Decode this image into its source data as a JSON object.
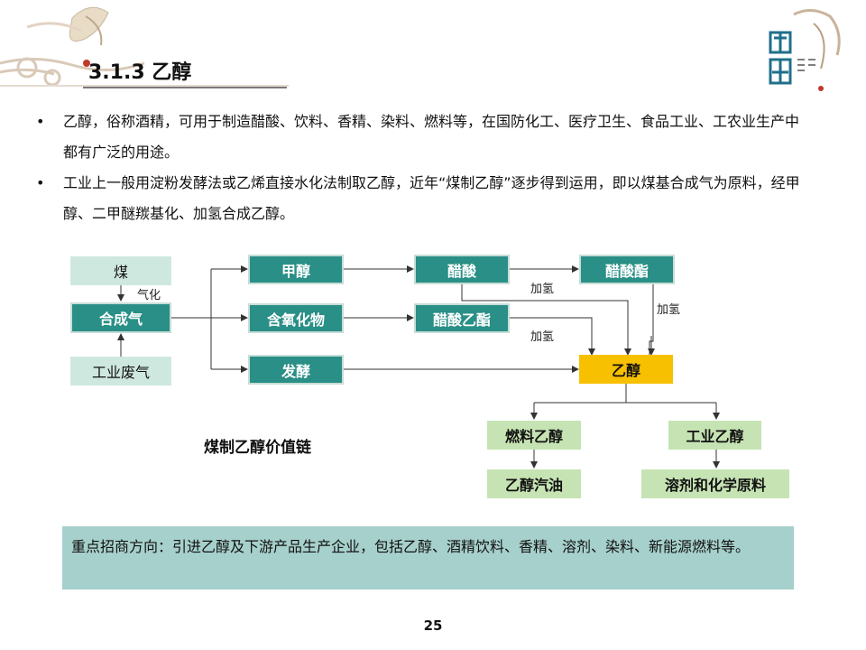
{
  "header": {
    "title": "3.1.3 乙醇"
  },
  "bullets": [
    "乙醇，俗称酒精，可用于制造醋酸、饮料、香精、染料、燃料等，在国防化工、医疗卫生、食品工业、工农业生产中都有广泛的用途。",
    "工业上一般用淀粉发酵法或乙烯直接水化法制取乙醇，近年“煤制乙醇”逐步得到运用，即以煤基合成气为原料，经甲醇、二甲醚羰基化、加氢合成乙醇。"
  ],
  "diagram": {
    "caption": "煤制乙醇价值链",
    "nodes": {
      "coal": "煤",
      "syngas": "合成气",
      "waste_gas": "工业废气",
      "methanol": "甲醇",
      "oxygenates": "含氧化物",
      "fermentation": "发酵",
      "acetic_acid": "醋酸",
      "ethyl_acetate": "醋酸乙酯",
      "acetate_ester": "醋酸酯",
      "ethanol": "乙醇",
      "fuel_ethanol": "燃料乙醇",
      "industrial_ethanol": "工业乙醇",
      "ethanol_gasoline": "乙醇汽油",
      "solvents": "溶剂和化学原料"
    },
    "edge_labels": {
      "gasification": "气化",
      "hydrogenation_1": "加氢",
      "hydrogenation_2": "加氢",
      "hydrogenation_3": "加氢"
    },
    "colors": {
      "light_box": "#cfe8df",
      "dark_box": "#2a8f86",
      "highlight_box": "#f7c000",
      "product_box": "#c6e3b3",
      "note_bg": "#a6d0cc"
    }
  },
  "note": {
    "text": "重点招商方向：引进乙醇及下游产品生产企业，包括乙醇、酒精饮料、香精、溶剂、染料、新能源燃料等。"
  },
  "footer": {
    "page_number": "25"
  }
}
